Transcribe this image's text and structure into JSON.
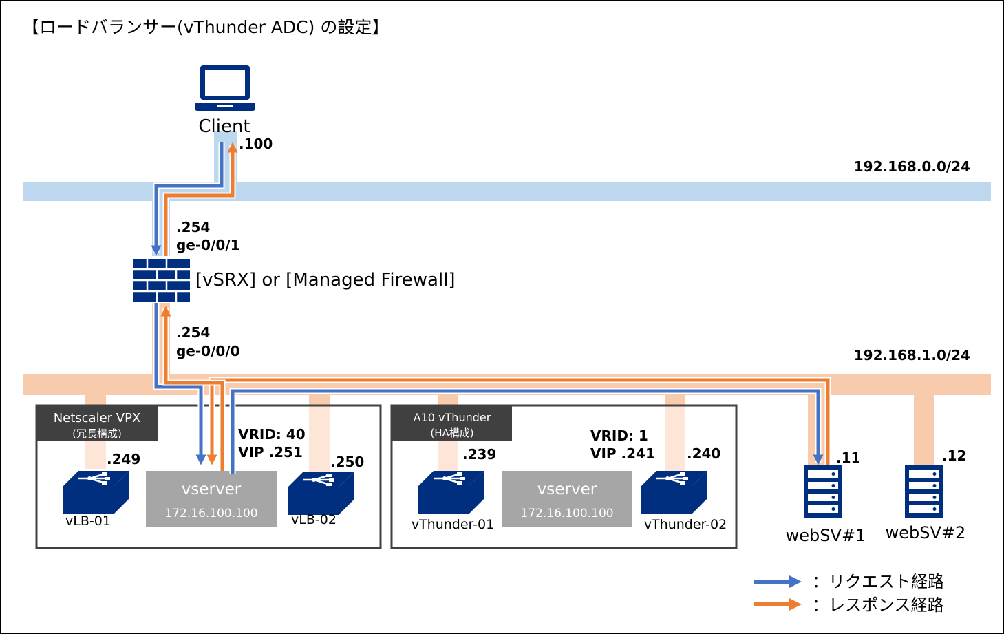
{
  "title": "【ロードバランサー(vThunder ADC) の設定】",
  "colors": {
    "request": "#4472c4",
    "response": "#ed7d31",
    "network_0": "#bdd7ee",
    "network_1": "#f8cbad",
    "network_1_drop": "#fde6d7",
    "icon": "#002f7f",
    "vserver_box": "#a6a6a6",
    "group_label_bg": "#404040"
  },
  "client": {
    "label": "Client",
    "ip": ".100",
    "icon": "laptop-icon"
  },
  "networks": [
    {
      "cidr": "192.168.0.0/24"
    },
    {
      "cidr": "192.168.1.0/24"
    }
  ],
  "firewall": {
    "label": "[vSRX] or [Managed Firewall]",
    "icon": "firewall-icon",
    "upper_ip": ".254",
    "upper_port": "ge-0/0/1",
    "lower_ip": ".254",
    "lower_port": "ge-0/0/0"
  },
  "netscaler": {
    "group_title": "Netscaler VPX",
    "group_subtitle": "(冗長構成)",
    "vrid": "VRID: 40",
    "vip": "VIP .251",
    "vserver_label": "vserver",
    "vserver_ip": "172.16.100.100",
    "node1": {
      "name": "vLB-01",
      "ip": ".249",
      "icon": "load-balancer-icon"
    },
    "node2": {
      "name": "vLB-02",
      "ip": ".250",
      "icon": "load-balancer-icon"
    }
  },
  "vthunder": {
    "group_title": "A10 vThunder",
    "group_subtitle": "(HA構成)",
    "vrid": "VRID: 1",
    "vip": "VIP .241",
    "vserver_label": "vserver",
    "vserver_ip": "172.16.100.100",
    "node1": {
      "name": "vThunder-01",
      "ip": ".239",
      "icon": "load-balancer-icon"
    },
    "node2": {
      "name": "vThunder-02",
      "ip": ".240",
      "icon": "load-balancer-icon"
    }
  },
  "servers": [
    {
      "name": "webSV#1",
      "ip": ".11",
      "icon": "server-icon"
    },
    {
      "name": "webSV#2",
      "ip": ".12",
      "icon": "server-icon"
    }
  ],
  "legend": {
    "request_label": "：リクエスト経路",
    "response_label": "：レスポンス経路"
  }
}
